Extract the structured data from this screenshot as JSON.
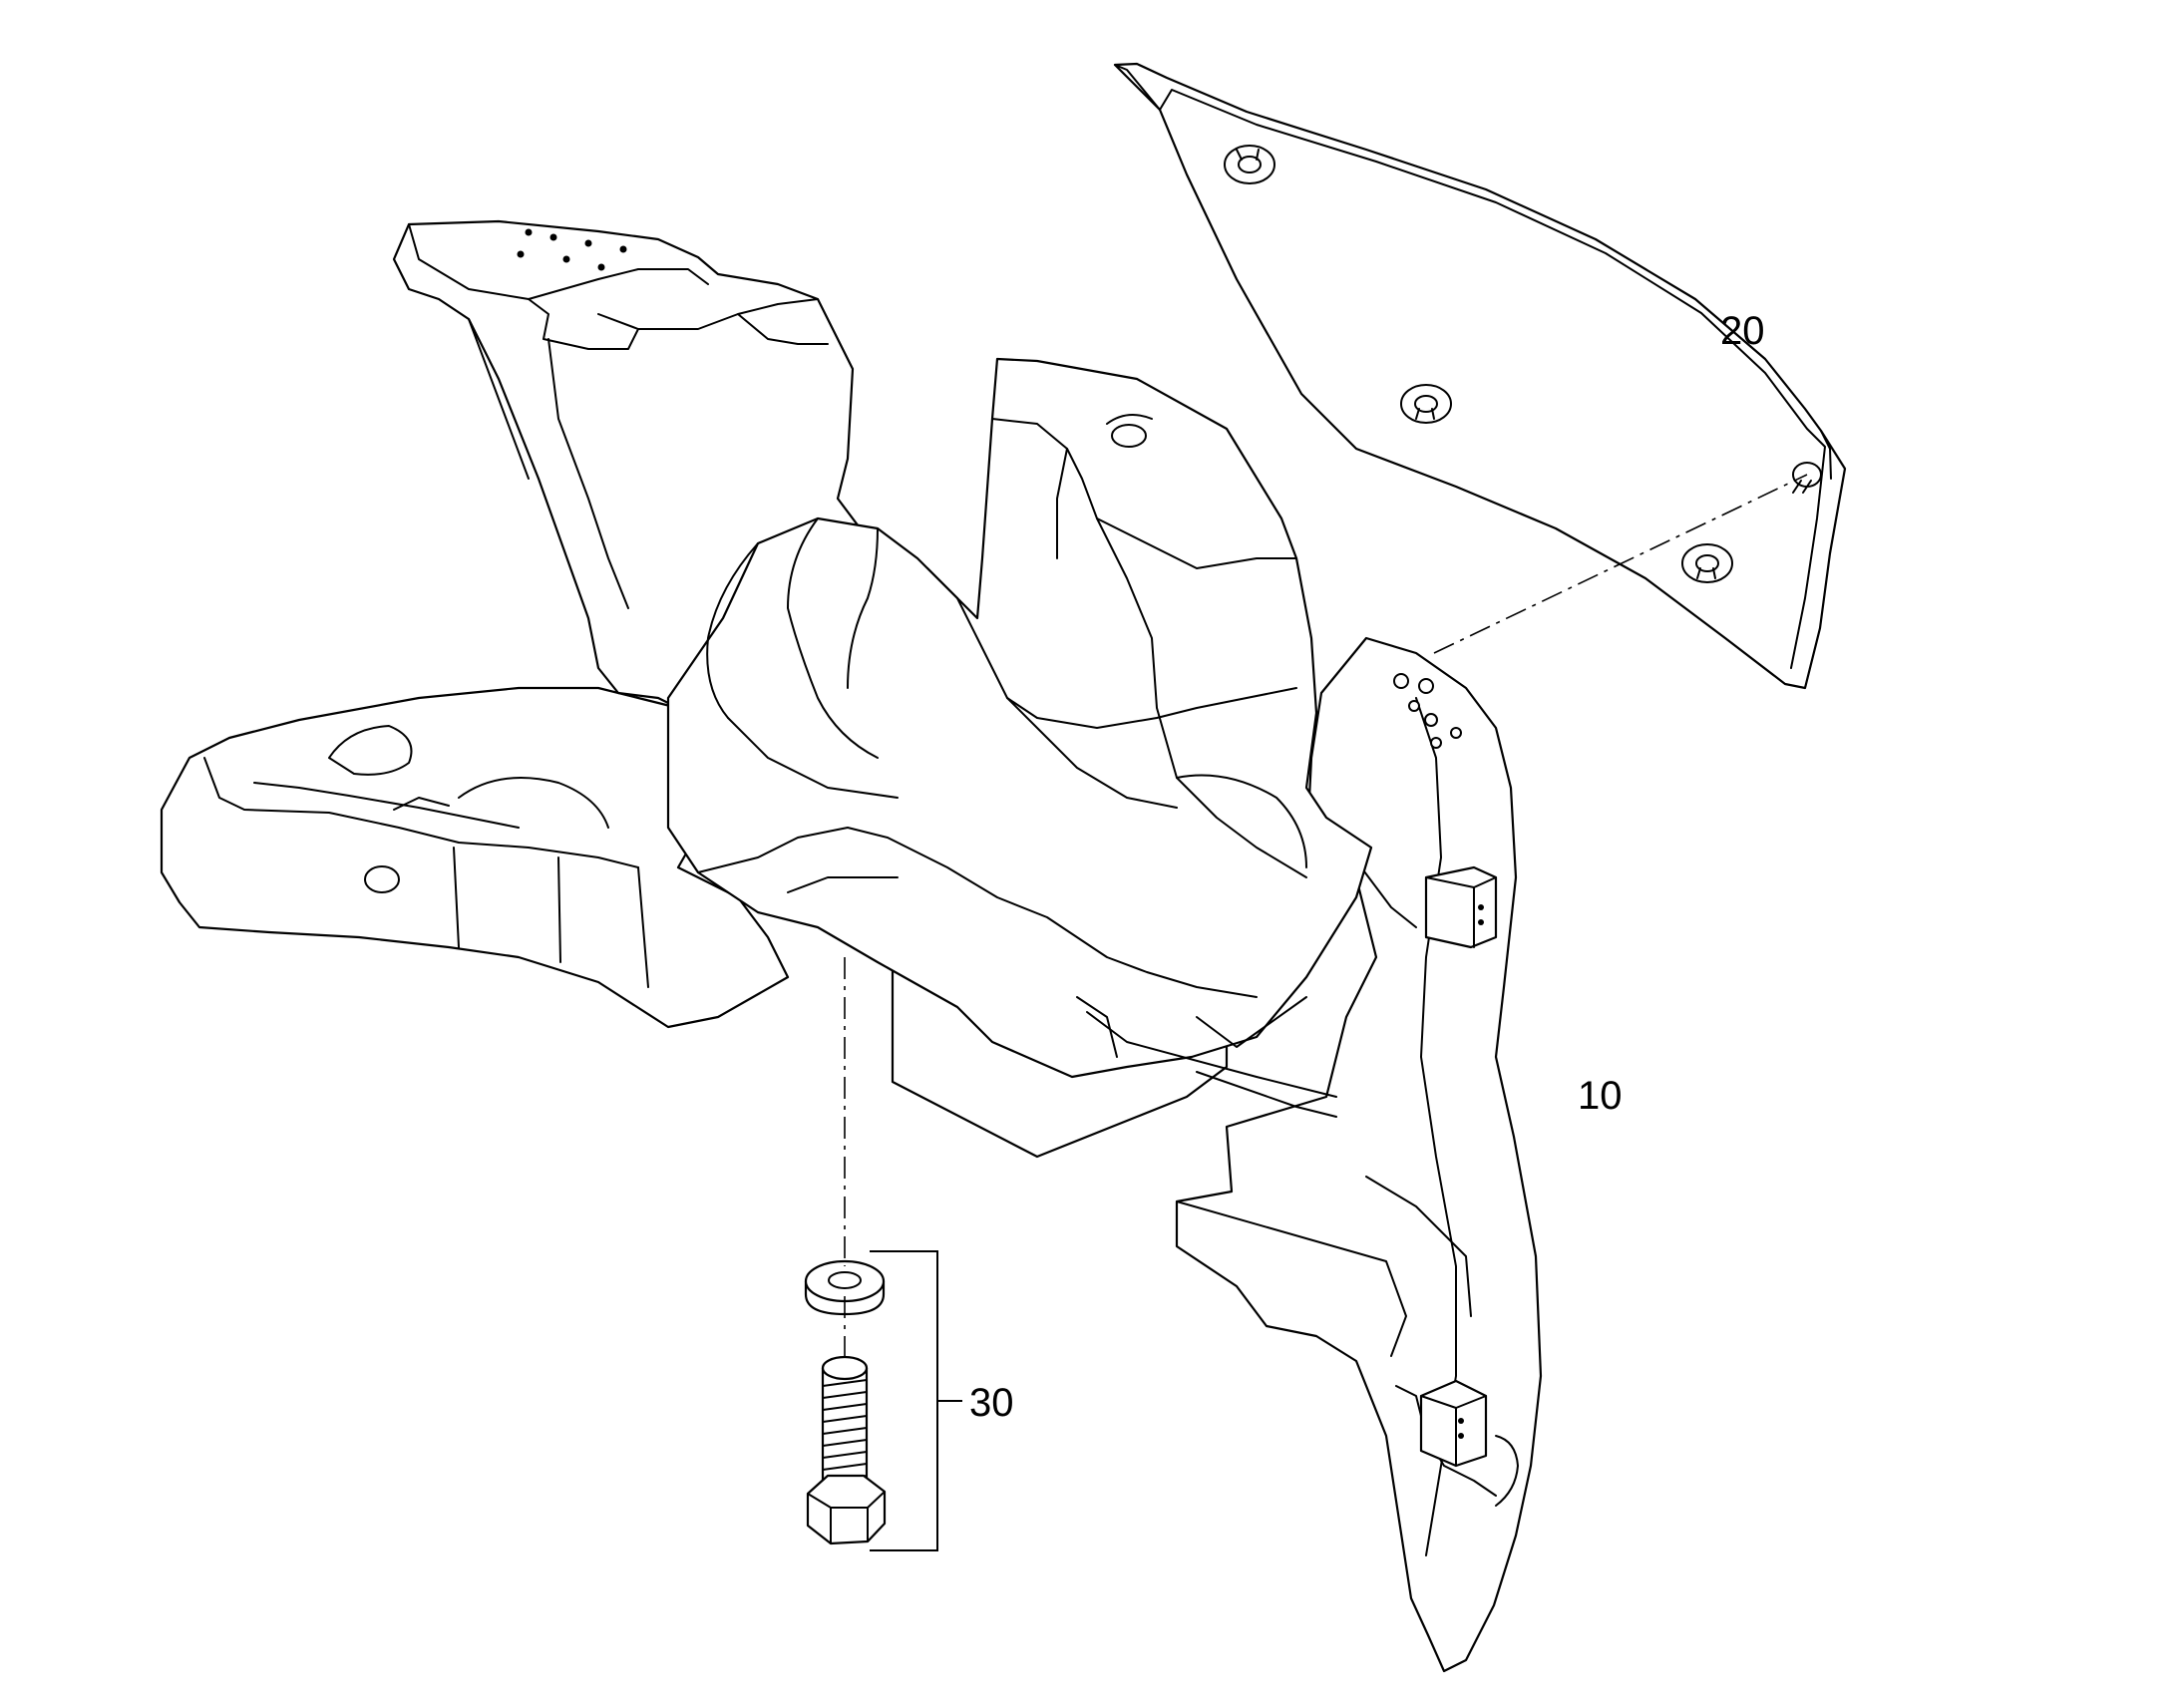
{
  "diagram": {
    "callouts": [
      {
        "id": "part-10",
        "label": "10"
      },
      {
        "id": "part-20",
        "label": "20"
      },
      {
        "id": "part-30",
        "label": "30"
      }
    ],
    "colors": {
      "line": "#000000",
      "background": "#ffffff"
    }
  }
}
